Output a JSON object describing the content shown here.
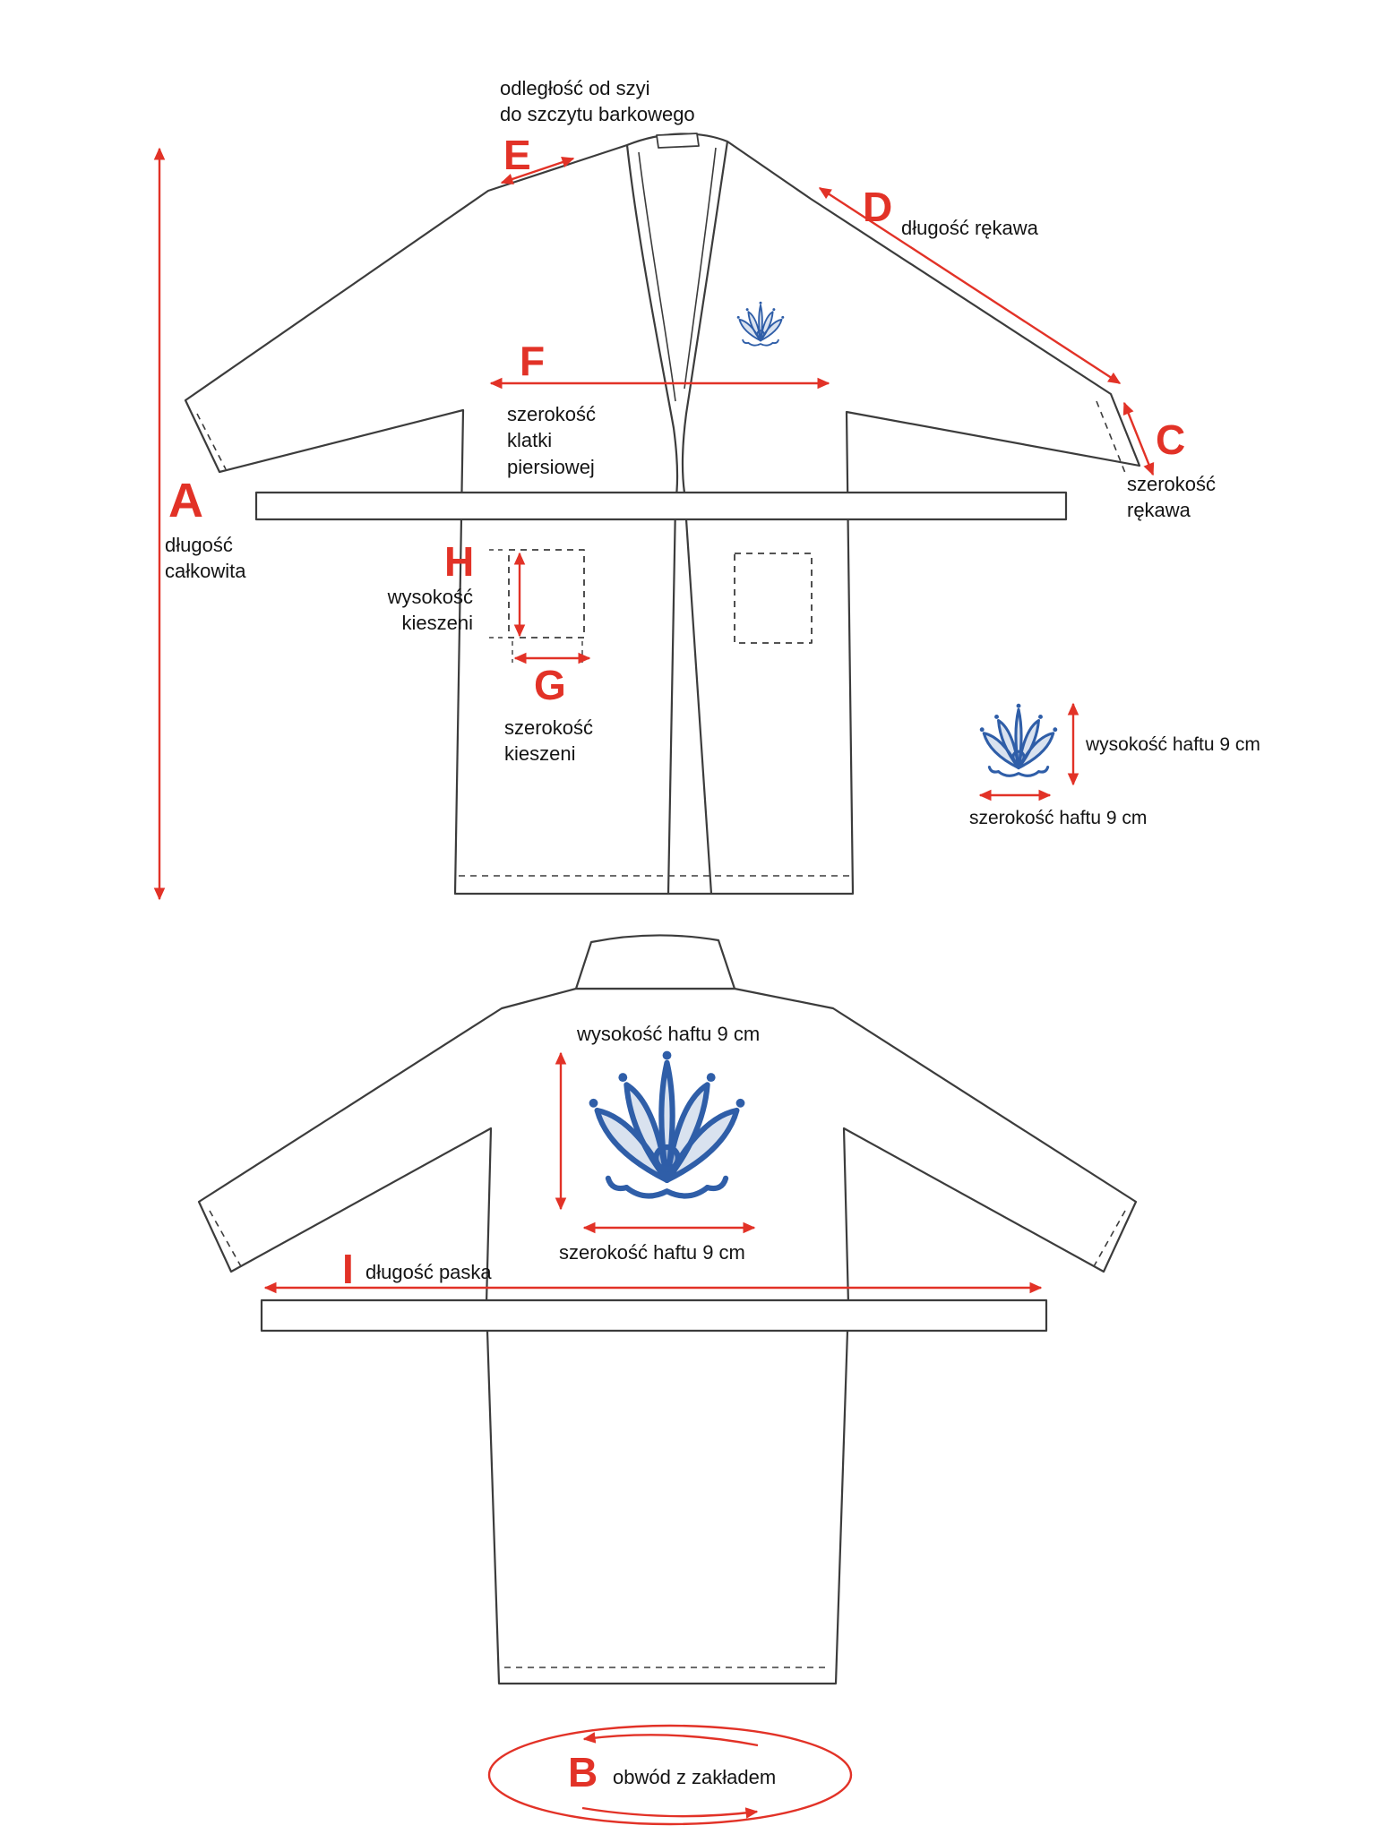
{
  "title": "bathrobe-measurement-diagram",
  "colors": {
    "arrow_red": "#e23227",
    "label_text": "#141414",
    "garment_outline": "#3c3c3c",
    "embroidery_blue": "#2f5ea8"
  },
  "front": {
    "total_length": {
      "letter": "A",
      "label": "długość\ncałkowita"
    },
    "neck_to_shoulder": {
      "letter": "E",
      "label": "odległość od szyi\ndo szczytu barkowego"
    },
    "sleeve_length": {
      "letter": "D",
      "label": "długość rękawa"
    },
    "sleeve_width": {
      "letter": "C",
      "label": "szerokość\nrękawa"
    },
    "chest_width": {
      "letter": "F",
      "label": "szerokość\nklatki\npiersiowej"
    },
    "pocket_height": {
      "letter": "H",
      "label": "wysokość\nkieszeni"
    },
    "pocket_width": {
      "letter": "G",
      "label": "szerokość\nkieszeni"
    },
    "embroidery_height": "wysokość haftu 9 cm",
    "embroidery_width": "szerokość haftu 9 cm"
  },
  "back": {
    "embroidery_height": "wysokość haftu 9 cm",
    "embroidery_width": "szerokość haftu 9 cm",
    "belt_length": {
      "letter": "I",
      "label": "długość paska"
    },
    "hem_circumference": {
      "letter": "B",
      "label": "obwód z zakładem"
    }
  }
}
